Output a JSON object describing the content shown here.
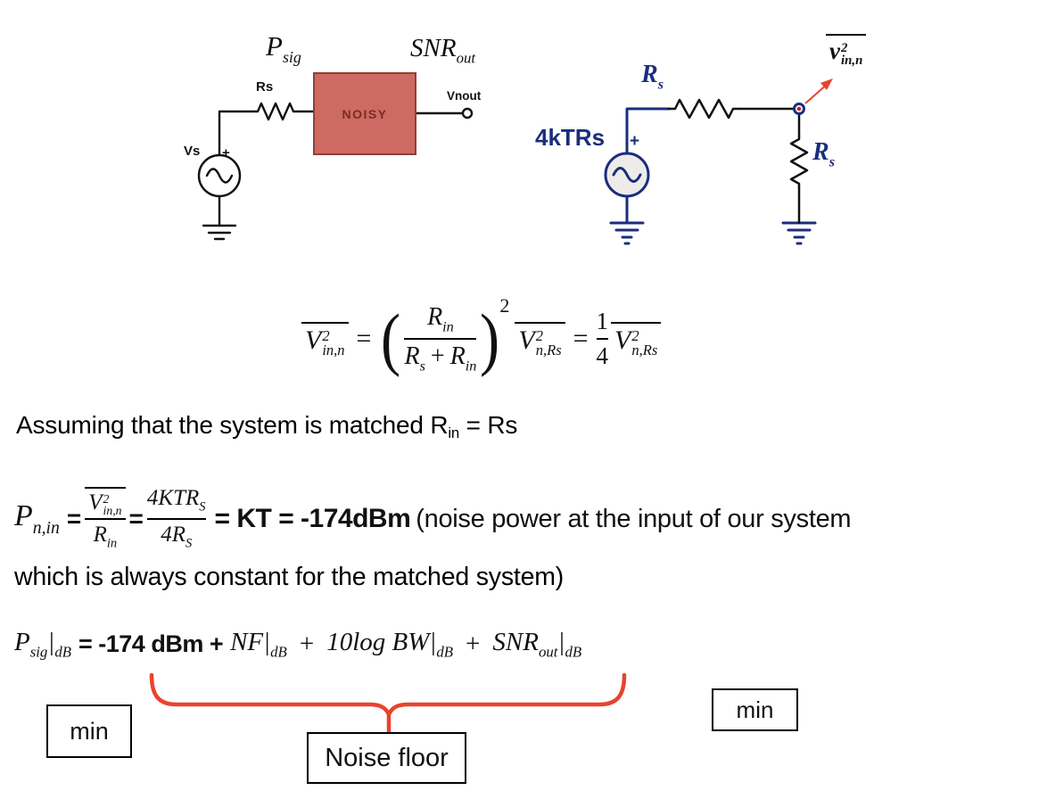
{
  "colors": {
    "navy": "#1b2d7d",
    "accent_red": "#e8432e",
    "noisy_fill": "#cd6a62",
    "noisy_border": "#8f3f3a",
    "noisy_text": "#7c2a24"
  },
  "left_circuit": {
    "psig": {
      "base": "P",
      "sub": "sig"
    },
    "snr_out": {
      "base": "SNR",
      "sub": "out"
    },
    "rs_label": "Rs",
    "vs_label": "Vs",
    "plus": "+",
    "noisy_label": "NOISY",
    "vnout_label": "Vnout"
  },
  "right_circuit": {
    "source_label": "4kTRs",
    "plus": "+",
    "rs_top": {
      "base": "R",
      "sub": "s"
    },
    "rs_right": {
      "base": "R",
      "sub": "s"
    },
    "vin_noise": {
      "base": "v",
      "sup": "2",
      "sub": "in,n"
    }
  },
  "eq_transfer": {
    "lhs": {
      "base": "V",
      "sup": "2",
      "sub": "in,n"
    },
    "equals": "=",
    "paren_open": "(",
    "frac_num": {
      "base": "R",
      "sub": "in"
    },
    "frac_den": {
      "r1": "R",
      "r1_sub": "s",
      "plus": "+",
      "r2": "R",
      "r2_sub": "in"
    },
    "paren_close": ")",
    "exponent": "2",
    "mid": {
      "base": "V",
      "sup": "2",
      "sub": "n,Rs"
    },
    "equals2": "=",
    "quarter": {
      "num": "1",
      "den": "4"
    },
    "rhs": {
      "base": "V",
      "sup": "2",
      "sub": "n,Rs"
    }
  },
  "assumption": {
    "before": "Assuming that the system is matched R",
    "sub": "in",
    "after": " = Rs"
  },
  "eq_pnin": {
    "lhs": {
      "base": "P",
      "sub": "n,in"
    },
    "eq1": "=",
    "frac1": {
      "num": {
        "base": "V",
        "sup": "2",
        "sub": "in,n"
      },
      "den": {
        "base": "R",
        "sub": "in"
      }
    },
    "eq2": "=",
    "frac2": {
      "num": "4KTR",
      "num_sub": "S",
      "den": "4R",
      "den_sub": "S"
    },
    "result": "= KT = -174dBm",
    "note": "(noise power at the input of our system",
    "note_line2": "which is always constant for the matched system)"
  },
  "eq_psig": {
    "lhs": {
      "base": "P",
      "sub": "sig"
    },
    "bar1": "|",
    "bar1_sub": "dB",
    "rhs1": "= -174 dBm +",
    "nf": "NF",
    "bar2": "|",
    "bar2_sub": "dB",
    "plus1": "+",
    "term3": "10log BW",
    "bar3": "|",
    "bar3_sub": "dB",
    "plus2": "+",
    "snr": "SNR",
    "snr_sub": "out",
    "bar4": "|",
    "bar4_sub": "dB"
  },
  "annotations": {
    "min_left": "min",
    "noise_floor": "Noise floor",
    "min_right": "min"
  }
}
